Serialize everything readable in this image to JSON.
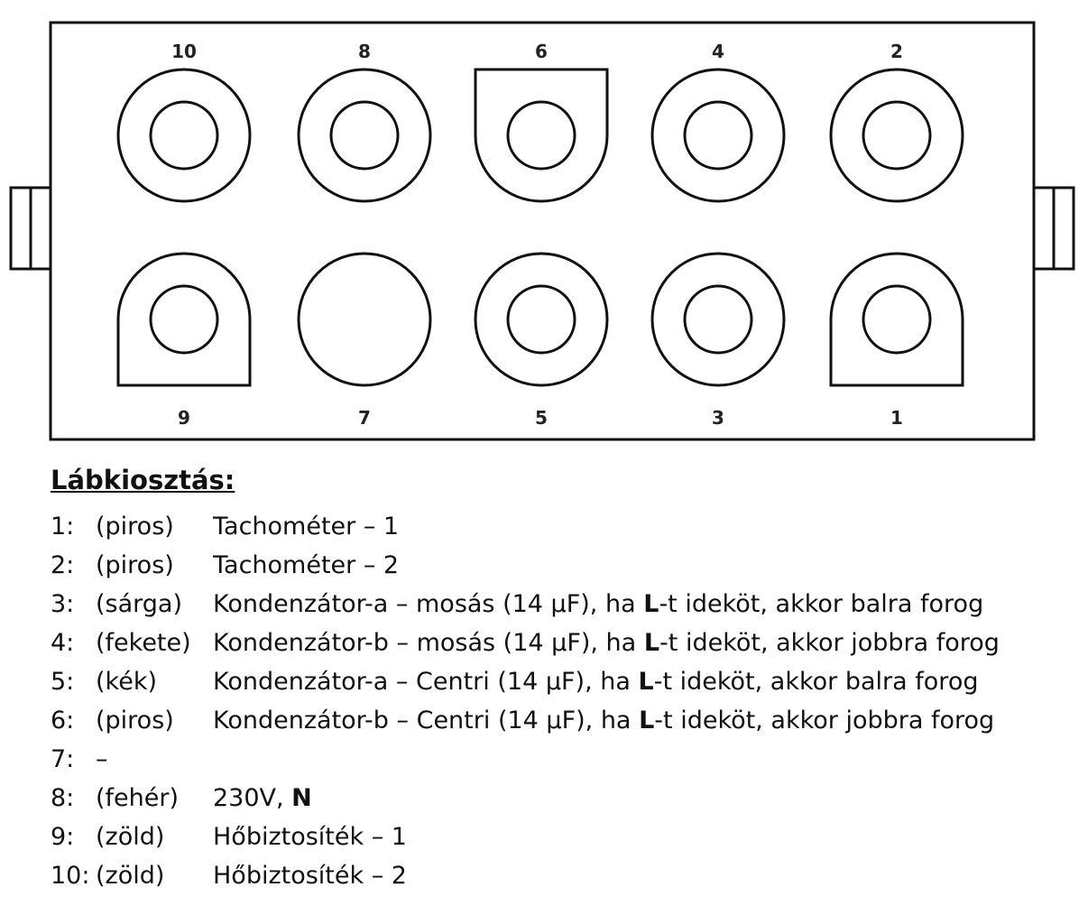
{
  "pins": [
    {
      "number": "1",
      "shape": "d-shape"
    },
    {
      "number": "2",
      "shape": "round"
    },
    {
      "number": "3",
      "shape": "round"
    },
    {
      "number": "4",
      "shape": "round"
    },
    {
      "number": "5",
      "shape": "round"
    },
    {
      "number": "6",
      "shape": "d-shape"
    },
    {
      "number": "7",
      "shape": "empty"
    },
    {
      "number": "8",
      "shape": "round"
    },
    {
      "number": "9",
      "shape": "d-shape"
    },
    {
      "number": "10",
      "shape": "round"
    }
  ],
  "legend": {
    "title": "Lábkiosztás:",
    "rows": [
      {
        "num": "1:",
        "color": "(piros)",
        "desc_pre": "Tachométer – 1",
        "bold": "",
        "desc_post": ""
      },
      {
        "num": "2:",
        "color": "(piros)",
        "desc_pre": "Tachométer – 2",
        "bold": "",
        "desc_post": ""
      },
      {
        "num": "3:",
        "color": "(sárga)",
        "desc_pre": "Kondenzátor-a – mosás (14 µF), ha ",
        "bold": "L",
        "desc_post": "-t ideköt, akkor balra forog"
      },
      {
        "num": "4:",
        "color": "(fekete)",
        "desc_pre": "Kondenzátor-b – mosás (14 µF), ha ",
        "bold": "L",
        "desc_post": "-t ideköt, akkor jobbra forog"
      },
      {
        "num": "5:",
        "color": "(kék)",
        "desc_pre": "Kondenzátor-a – Centri (14 µF), ha ",
        "bold": "L",
        "desc_post": "-t ideköt, akkor balra forog"
      },
      {
        "num": "6:",
        "color": "(piros)",
        "desc_pre": "Kondenzátor-b – Centri (14 µF), ha ",
        "bold": "L",
        "desc_post": "-t ideköt, akkor jobbra forog"
      },
      {
        "num": "7:",
        "color": "–",
        "desc_pre": "",
        "bold": "",
        "desc_post": ""
      },
      {
        "num": "8:",
        "color": "(fehér)",
        "desc_pre": "230V, ",
        "bold": "N",
        "desc_post": ""
      },
      {
        "num": "9:",
        "color": "(zöld)",
        "desc_pre": "Hőbiztosíték – 1",
        "bold": "",
        "desc_post": ""
      },
      {
        "num": "10:",
        "color": "(zöld)",
        "desc_pre": "Hőbiztosíték – 2",
        "bold": "",
        "desc_post": ""
      }
    ]
  }
}
